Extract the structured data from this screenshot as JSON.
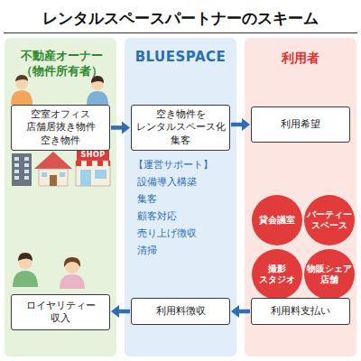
{
  "diagram": {
    "title": "レンタルスペースパートナーのスキーム",
    "nodes": [
      {
        "text": [
          "不動産オーナー（物件所有者）"
        ]
      },
      {
        "text": [
          "空室オフィス 店舗居抜き物件 空き物件"
        ],
        "in": 0
      },
      {
        "text": [
          "ロイヤリティー 収入"
        ],
        "in": 0
      },
      {
        "text": [
          "BLUESPACE",
          "【運営サポート】",
          "設備導入構築",
          "集客",
          "顧客対応",
          "売り上げ徴収",
          "清掃"
        ]
      },
      {
        "text": [
          "空き物件を レンタルスペース化 集客"
        ],
        "in": 3
      },
      {
        "text": [
          "利用料徴収"
        ],
        "in": 3
      },
      {
        "text": [
          "利用者"
        ]
      },
      {
        "text": [
          "利用希望"
        ],
        "in": 6
      },
      {
        "text": [
          "貸会議室"
        ],
        "in": 6
      },
      {
        "text": [
          "パーティー スペース"
        ],
        "in": 6
      },
      {
        "text": [
          "撮影 スタジオ"
        ],
        "in": 6
      },
      {
        "text": [
          "物販シェア 店舗"
        ],
        "in": 6
      },
      {
        "text": [
          "利用料支払い"
        ],
        "in": 6
      }
    ],
    "edges": [
      {
        "from": 1,
        "to": 4,
        "arrow": "to"
      },
      {
        "from": 4,
        "to": 7,
        "arrow": "to"
      },
      {
        "from": 12,
        "to": 5,
        "arrow": "to"
      },
      {
        "from": 5,
        "to": 2,
        "arrow": "to"
      }
    ],
    "labels": [
      "SHOP"
    ]
  }
}
